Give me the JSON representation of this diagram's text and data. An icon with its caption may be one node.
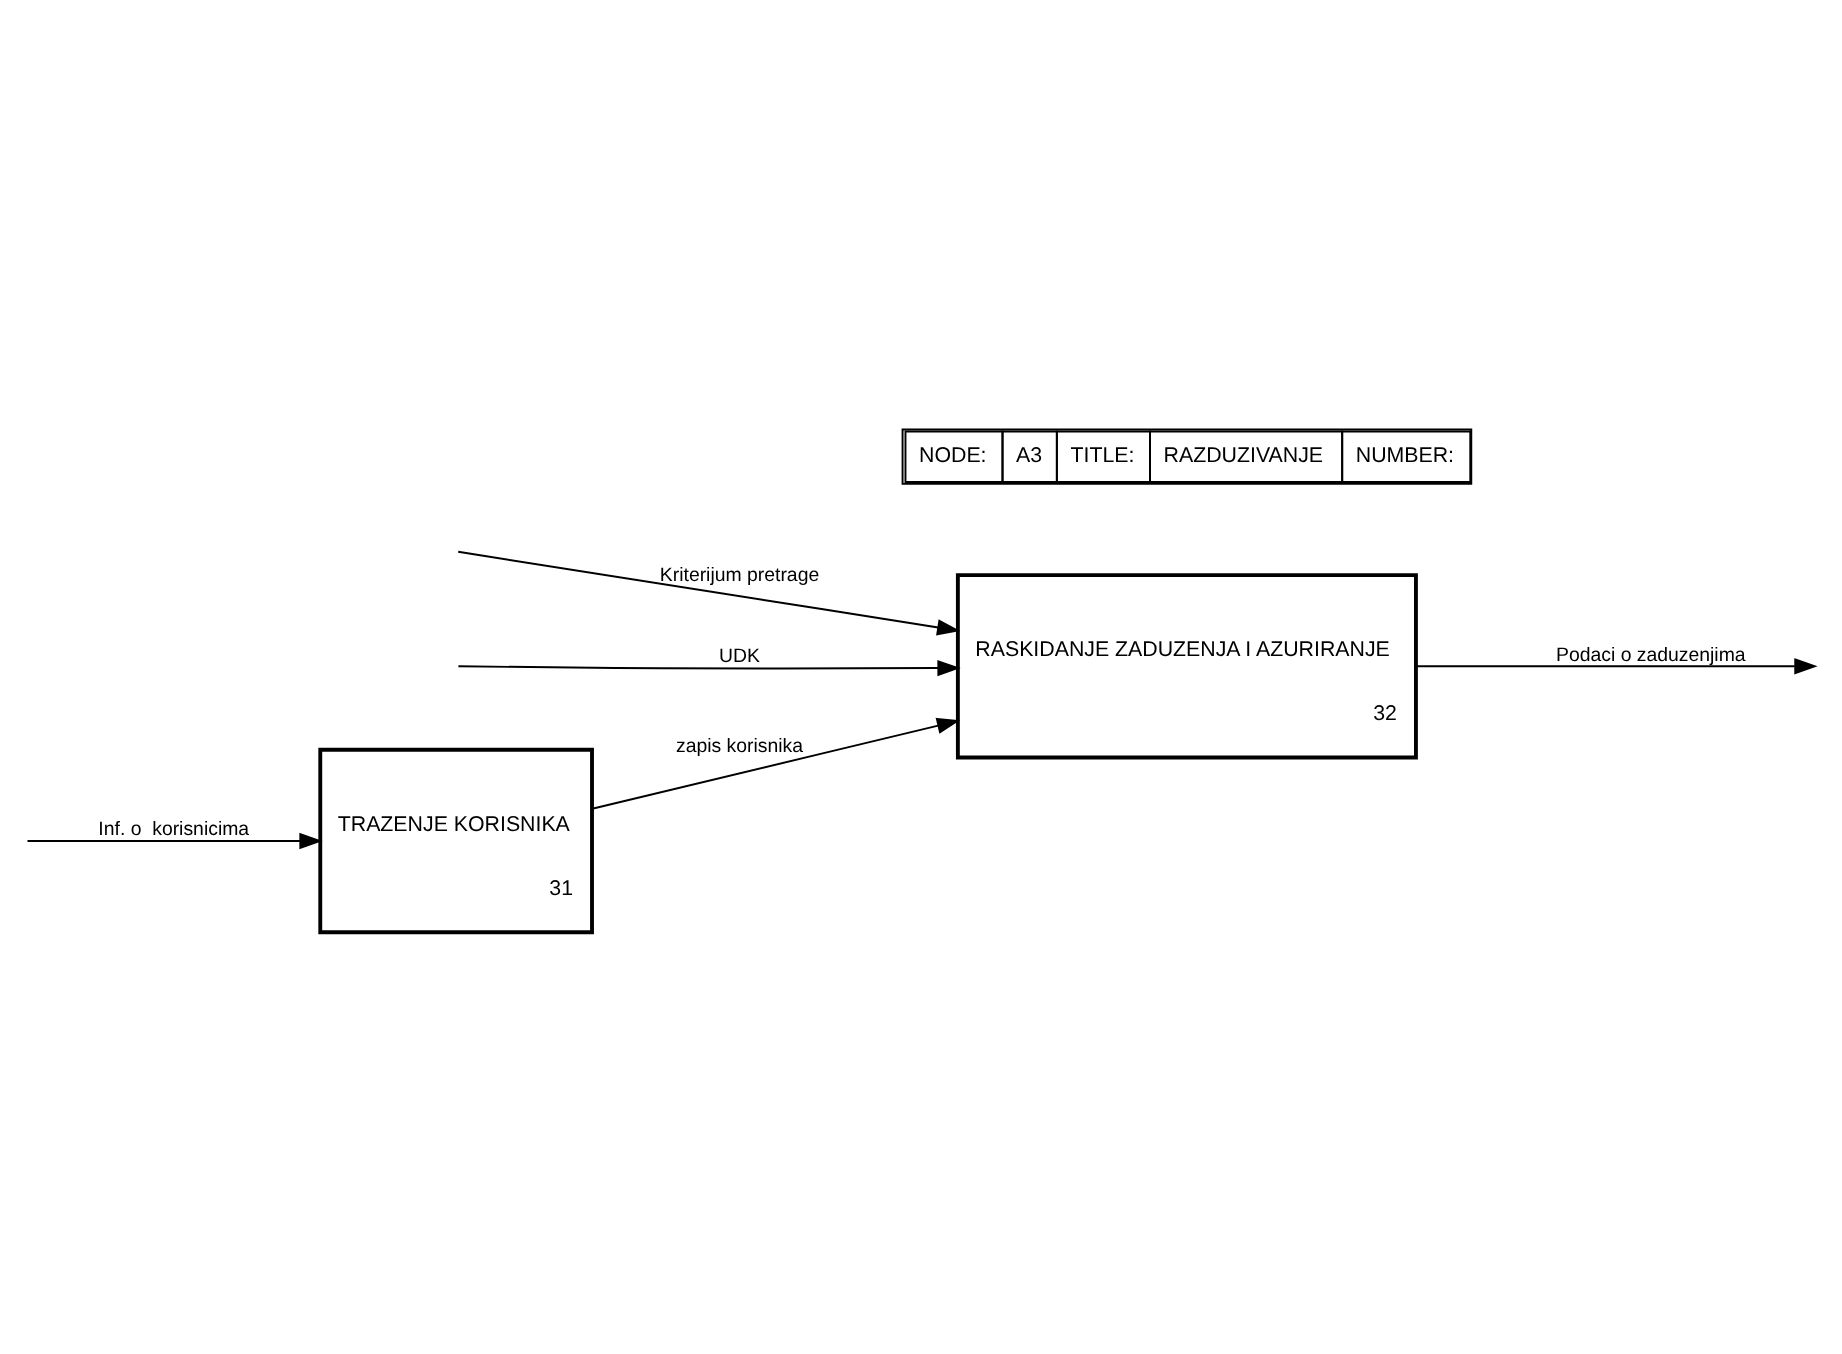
{
  "diagram": {
    "nodes": [
      {
        "text": [
          "TRAZENJE KORISNIKA",
          "31"
        ]
      },
      {
        "text": [
          "RASKIDANJE ZADUZENJA I AZURIRANJE",
          "32"
        ]
      }
    ],
    "edges": [
      {
        "from": null,
        "to": 0,
        "arrow": "to",
        "label": "Inf. o  korisnicima"
      },
      {
        "from": 0,
        "to": 1,
        "arrow": "to",
        "label": "zapis korisnika"
      },
      {
        "from": null,
        "to": 1,
        "arrow": "to",
        "label": "Kriterijum pretrage"
      },
      {
        "from": null,
        "to": 1,
        "arrow": "to",
        "label": "UDK"
      },
      {
        "from": 1,
        "to": null,
        "arrow": "to",
        "label": "Podaci o zaduzenjima"
      }
    ],
    "labels": [
      "NODE:",
      "A3",
      "TITLE:",
      "RAZDUZIVANJE",
      "NUMBER:"
    ]
  }
}
